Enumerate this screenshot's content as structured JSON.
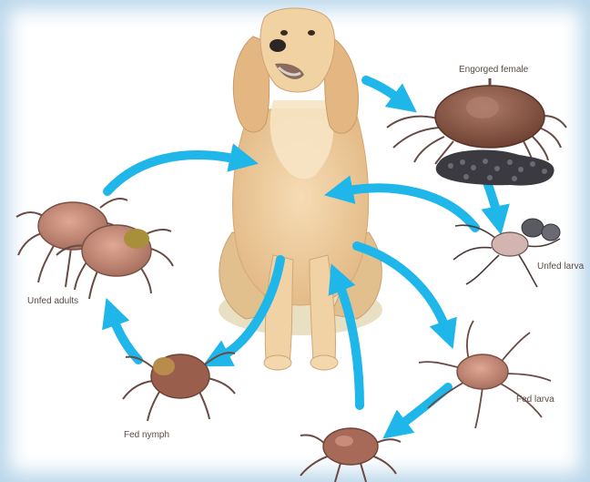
{
  "labels": {
    "engorged_female": "Engorged female",
    "unfed_larva": "Unfed larva",
    "fed_larva": "Fed larva",
    "fed_nymph": "Fed nymph",
    "unfed_adults": "Unfed adults"
  },
  "colors": {
    "arrow": "#1fb6ea",
    "dog_fur": "#edc99a",
    "tick_body": "#c98a76",
    "engorged_tick": "#8e5a48",
    "tick_legs": "#6a4a44",
    "eggs": "#3a3a40"
  },
  "icons": [
    "dog-host",
    "tick",
    "egg-mass"
  ]
}
